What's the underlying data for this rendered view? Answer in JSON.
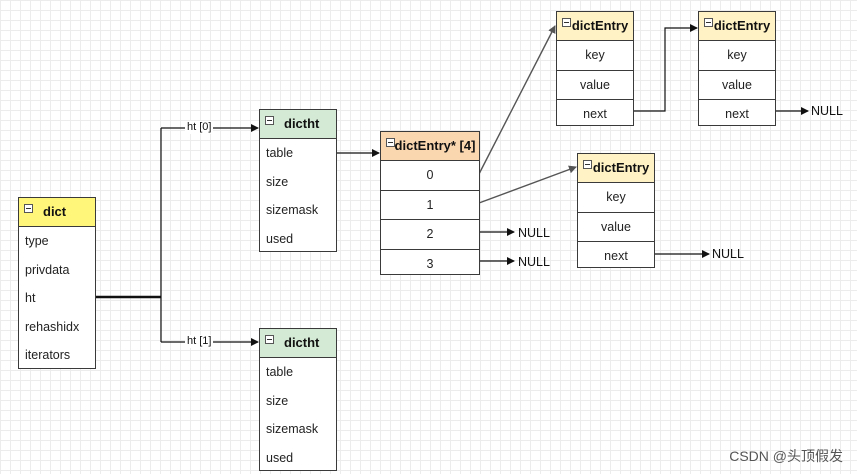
{
  "dict": {
    "title": "dict",
    "fields": [
      "type",
      "privdata",
      "ht",
      "rehashidx",
      "iterators"
    ]
  },
  "ht0": {
    "edge_label": "ht [0]",
    "title": "dictht",
    "fields": [
      "table",
      "size",
      "sizemask",
      "used"
    ]
  },
  "ht1": {
    "edge_label": "ht [1]",
    "title": "dictht",
    "fields": [
      "table",
      "size",
      "sizemask",
      "used"
    ]
  },
  "table": {
    "title": "dictEntry* [4]",
    "slots": [
      "0",
      "1",
      "2",
      "3"
    ]
  },
  "entry_a": {
    "title": "dictEntry",
    "fields": [
      "key",
      "value",
      "next"
    ]
  },
  "entry_b": {
    "title": "dictEntry",
    "fields": [
      "key",
      "value",
      "next"
    ]
  },
  "entry_c": {
    "title": "dictEntry",
    "fields": [
      "key",
      "value",
      "next"
    ]
  },
  "null_label": "NULL",
  "watermark": "CSDN @头顶假发"
}
